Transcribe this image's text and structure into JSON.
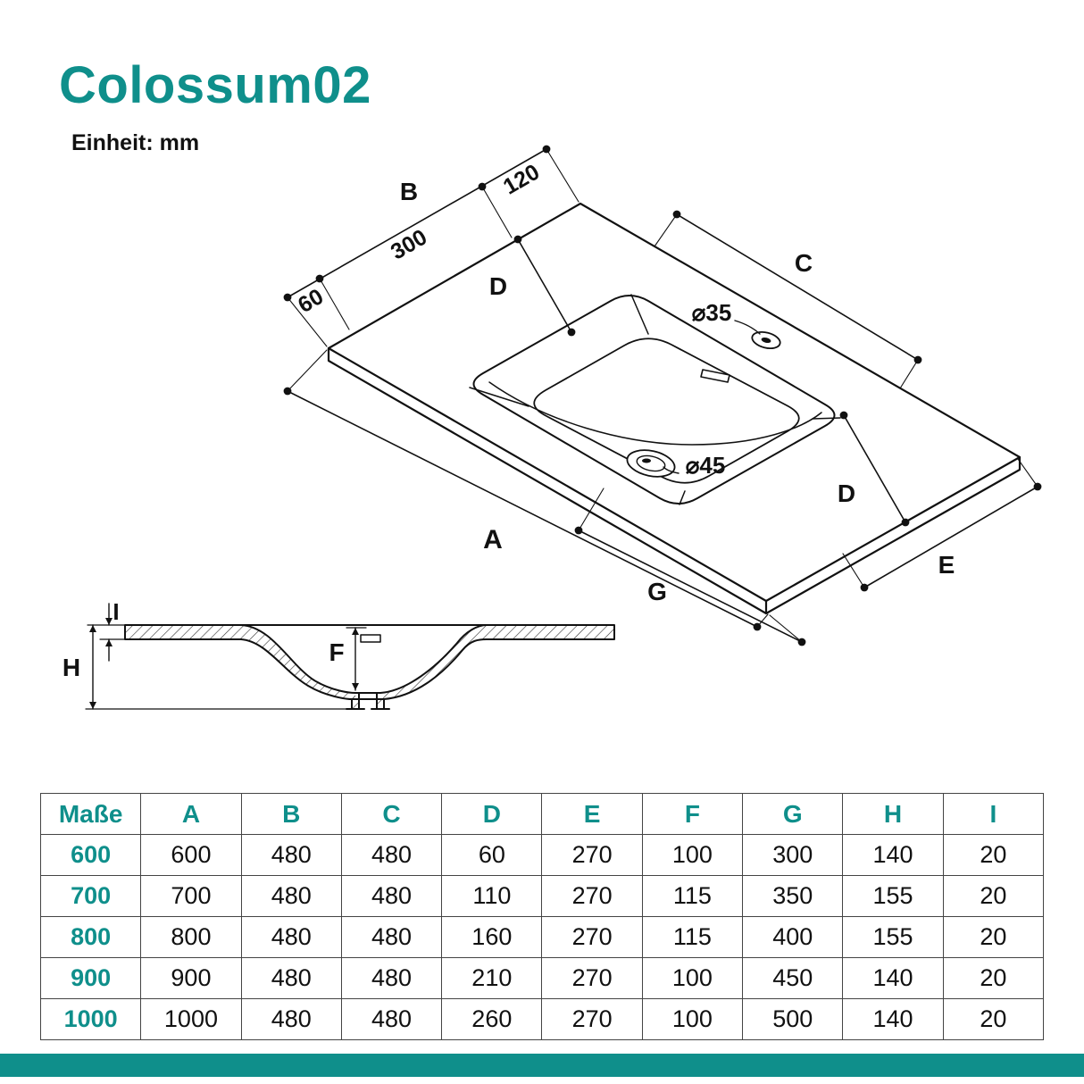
{
  "accent_color": "#0f8f8b",
  "title": "Colossum02",
  "unit_label": "Einheit: mm",
  "drawing": {
    "dims": {
      "A": "A",
      "B": "B",
      "C": "C",
      "D_top": "D",
      "D_side": "D",
      "E": "E",
      "G": "G",
      "F": "F",
      "H": "H",
      "I": "I",
      "seg60": "60",
      "seg300": "300",
      "seg120": "120",
      "faucet_hole": "⌀35",
      "drain_hole": "⌀45"
    }
  },
  "table": {
    "header": [
      "Maße",
      "A",
      "B",
      "C",
      "D",
      "E",
      "F",
      "G",
      "H",
      "I"
    ],
    "rows": [
      [
        "600",
        "600",
        "480",
        "480",
        "60",
        "270",
        "100",
        "300",
        "140",
        "20"
      ],
      [
        "700",
        "700",
        "480",
        "480",
        "110",
        "270",
        "115",
        "350",
        "155",
        "20"
      ],
      [
        "800",
        "800",
        "480",
        "480",
        "160",
        "270",
        "115",
        "400",
        "155",
        "20"
      ],
      [
        "900",
        "900",
        "480",
        "480",
        "210",
        "270",
        "100",
        "450",
        "140",
        "20"
      ],
      [
        "1000",
        "1000",
        "480",
        "480",
        "260",
        "270",
        "100",
        "500",
        "140",
        "20"
      ]
    ]
  }
}
